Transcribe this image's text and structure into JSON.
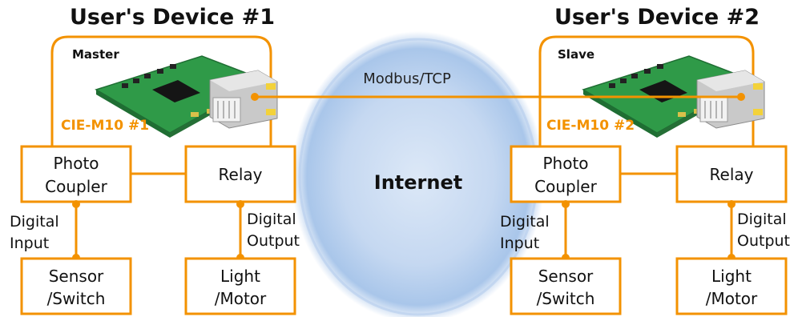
{
  "devices": [
    {
      "title": "User's Device #1",
      "role": "Master",
      "module": "CIE-M10 #1",
      "photo_coupler": [
        "Photo",
        "Coupler"
      ],
      "relay": "Relay",
      "input_signal": [
        "Digital",
        "Input"
      ],
      "output_signal": [
        "Digital",
        "Output"
      ],
      "sensor": [
        "Sensor",
        "/Switch"
      ],
      "actuator": [
        "Light",
        "/Motor"
      ]
    },
    {
      "title": "User's Device #2",
      "role": "Slave",
      "module": "CIE-M10 #2",
      "photo_coupler": [
        "Photo",
        "Coupler"
      ],
      "relay": "Relay",
      "input_signal": [
        "Digital",
        "Input"
      ],
      "output_signal": [
        "Digital",
        "Output"
      ],
      "sensor": [
        "Sensor",
        "/Switch"
      ],
      "actuator": [
        "Light",
        "/Motor"
      ]
    }
  ],
  "network": {
    "label": "Internet",
    "protocol": "Modbus/TCP"
  },
  "colors": {
    "accent": "#f39200",
    "cloud": "#a9c6ea",
    "pcb": "#2f9a48"
  }
}
